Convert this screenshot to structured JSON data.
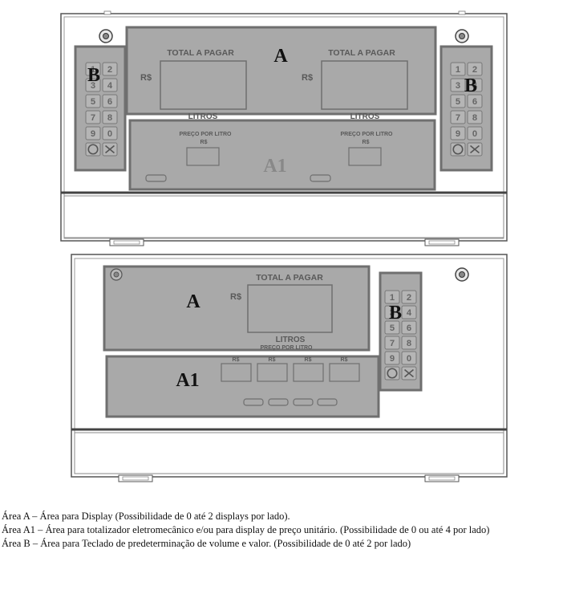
{
  "top_unit": {
    "display_a": {
      "area_label": "A",
      "left": {
        "title": "TOTAL A PAGAR",
        "currency": "R$",
        "liters": "LITROS"
      },
      "right": {
        "title": "TOTAL A PAGAR",
        "currency": "R$",
        "liters": "LITROS"
      }
    },
    "totalizer_a1": {
      "area_label": "A1",
      "left": {
        "price_label": "PREÇO POR LITRO",
        "currency": "R$"
      },
      "right": {
        "price_label": "PREÇO POR LITRO",
        "currency": "R$"
      }
    },
    "keypad_left": {
      "area_label": "B"
    },
    "keypad_right": {
      "area_label": "B"
    }
  },
  "bottom_unit": {
    "display_a": {
      "area_label": "A",
      "title": "TOTAL A PAGAR",
      "currency": "R$",
      "liters": "LITROS",
      "price_label": "PREÇO POR LITRO"
    },
    "totalizer_a1": {
      "area_label": "A1",
      "currencies": [
        "R$",
        "R$",
        "R$",
        "R$"
      ]
    },
    "keypad": {
      "area_label": "B"
    }
  },
  "keypad_keys": [
    "1",
    "2",
    "3",
    "4",
    "5",
    "6",
    "7",
    "8",
    "9",
    "0"
  ],
  "captions": {
    "area_a": "Área A – Área para Display (Possibilidade de 0 até 2 displays por lado).",
    "area_a1": "Área A1 – Área para totalizador eletromecânico e/ou para display de preço unitário. (Possibilidade de 0 ou até 4 por lado)",
    "area_b": "Área B – Área para Teclado de predeterminação de volume e valor. (Possibilidade de 0 até 2 por lado)"
  },
  "colors": {
    "panel_fill": "#a9a9a9",
    "panel_border": "#6f6f6f",
    "housing_line": "#555555"
  }
}
